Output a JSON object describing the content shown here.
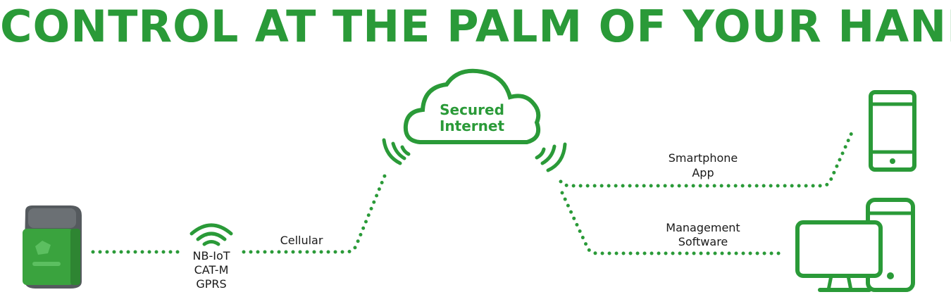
{
  "title": "CONTROL AT THE PALM OF YOUR HAND",
  "colors": {
    "brand_green": "#2a9a38",
    "text_dark": "#1a1a1a",
    "device_gray": "#555a5e",
    "device_green": "#3aa33e"
  },
  "cloud": {
    "icon": "cloud-icon",
    "line1": "Secured",
    "line2": "Internet"
  },
  "network": {
    "icon": "wifi-signal-icon",
    "protocols": [
      "NB-IoT",
      "CAT-M",
      "GPRS"
    ]
  },
  "links": {
    "cellular": "Cellular",
    "smartphone_line1": "Smartphone",
    "smartphone_line2": "App",
    "management_line1": "Management",
    "management_line2": "Software"
  },
  "devices": {
    "meter": "iot-device-icon",
    "smartphone": "smartphone-icon",
    "computer": "desktop-computer-icon"
  }
}
